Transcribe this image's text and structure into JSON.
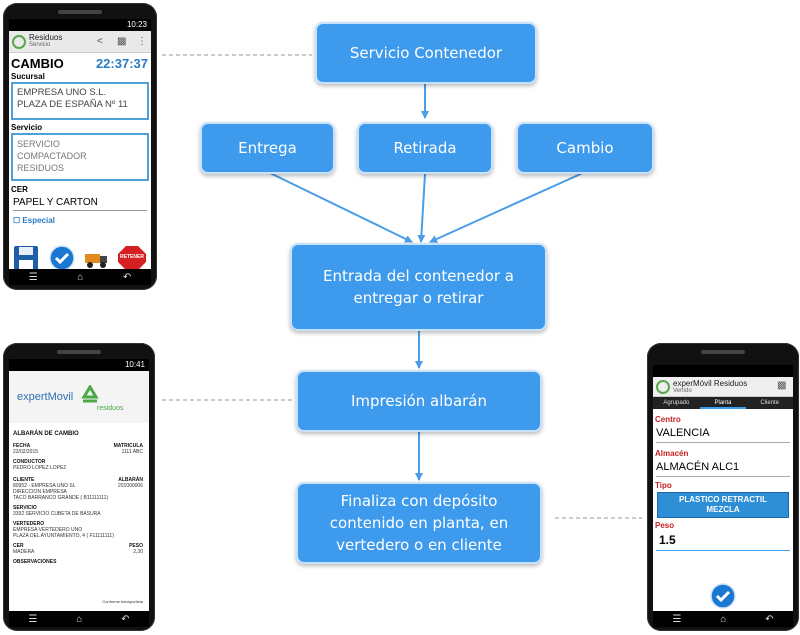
{
  "flow": {
    "servicio": "Servicio  Contenedor",
    "entrega": "Entrega",
    "retirada": "Retirada",
    "cambio": "Cambio",
    "entrada": "Entrada del contenedor a\nentregar  o retirar",
    "impresion": "Impresión  albarán",
    "finaliza": "Finaliza con depósito\ncontenido en planta, en\nvertedero  o en cliente"
  },
  "colors": {
    "box": "#3d9aec",
    "arrow": "#4a9de8",
    "dashed": "#999999"
  },
  "phone1": {
    "status_time": "10:23",
    "app_title": "Residuos",
    "app_subtitle": "Servicio",
    "heading": "CAMBIO",
    "clock": "22:37:37",
    "sucursal_label": "Sucursal",
    "sucursal_value": "EMPRESA UNO S.L.\nPLAZA DE ESPAÑA Nº 11",
    "servicio_label": "Servicio",
    "servicio_value": "SERVICIO\nCOMPACTADOR\nRESIDUOS",
    "cer_label": "CER",
    "cer_value": "PAPEL Y CARTON",
    "especial_label": "Especial",
    "retener_label": "RETENER"
  },
  "phone2": {
    "status_time": "10:41",
    "logo_text": "expertMovil",
    "logo_sub": "residuos",
    "doc_title": "ALBARÁN DE CAMBIO",
    "fecha_label": "FECHA",
    "fecha_value": "23/02/2015",
    "matricula_label": "MATRICULA",
    "matricula_value": "1111 ABC",
    "conductor_label": "CONDUCTOR",
    "conductor_value": "PEDRO LOPEZ LOPEZ",
    "cliente_label": "CLIENTE",
    "cliente_value": "80952 - EMPRESA UNO SL\nDIRECCION EMPRESA\nTACO BARRANCO GRANDE ( B11111111)",
    "albaran_label": "ALBARÁN",
    "albaran_value": "201000006",
    "servicio_label": "SERVICIO",
    "servicio_value": "3392 SERVICIO CUBETA DE BASURA",
    "vertedero_label": "VERTEDERO",
    "vertedero_value": "EMPRESA VERTEDERO UNO\nPLAZA DEL AYUNTAMIENTO, 4 ( F11111111)",
    "cer_label": "CER",
    "cer_value": "MADERA",
    "peso_label": "PESO",
    "peso_value": "2,30",
    "observaciones_label": "OBSERVACIONES",
    "firma_label": "Conforme transportista"
  },
  "phone3": {
    "app_title": "experMóvil Residuos",
    "app_subtitle": "Vertido",
    "tab_agrupado": "Agrupado",
    "tab_planta": "Planta",
    "tab_cliente": "Cliente",
    "centro_label": "Centro",
    "centro_value": "VALENCIA",
    "almacen_label": "Almacén",
    "almacen_value": "ALMACÉN ALC1",
    "tipo_label": "Tipo",
    "tipo_value": "PLASTICO RETRACTIL\nMEZCLA",
    "peso_label": "Peso",
    "peso_value": "1.5"
  }
}
